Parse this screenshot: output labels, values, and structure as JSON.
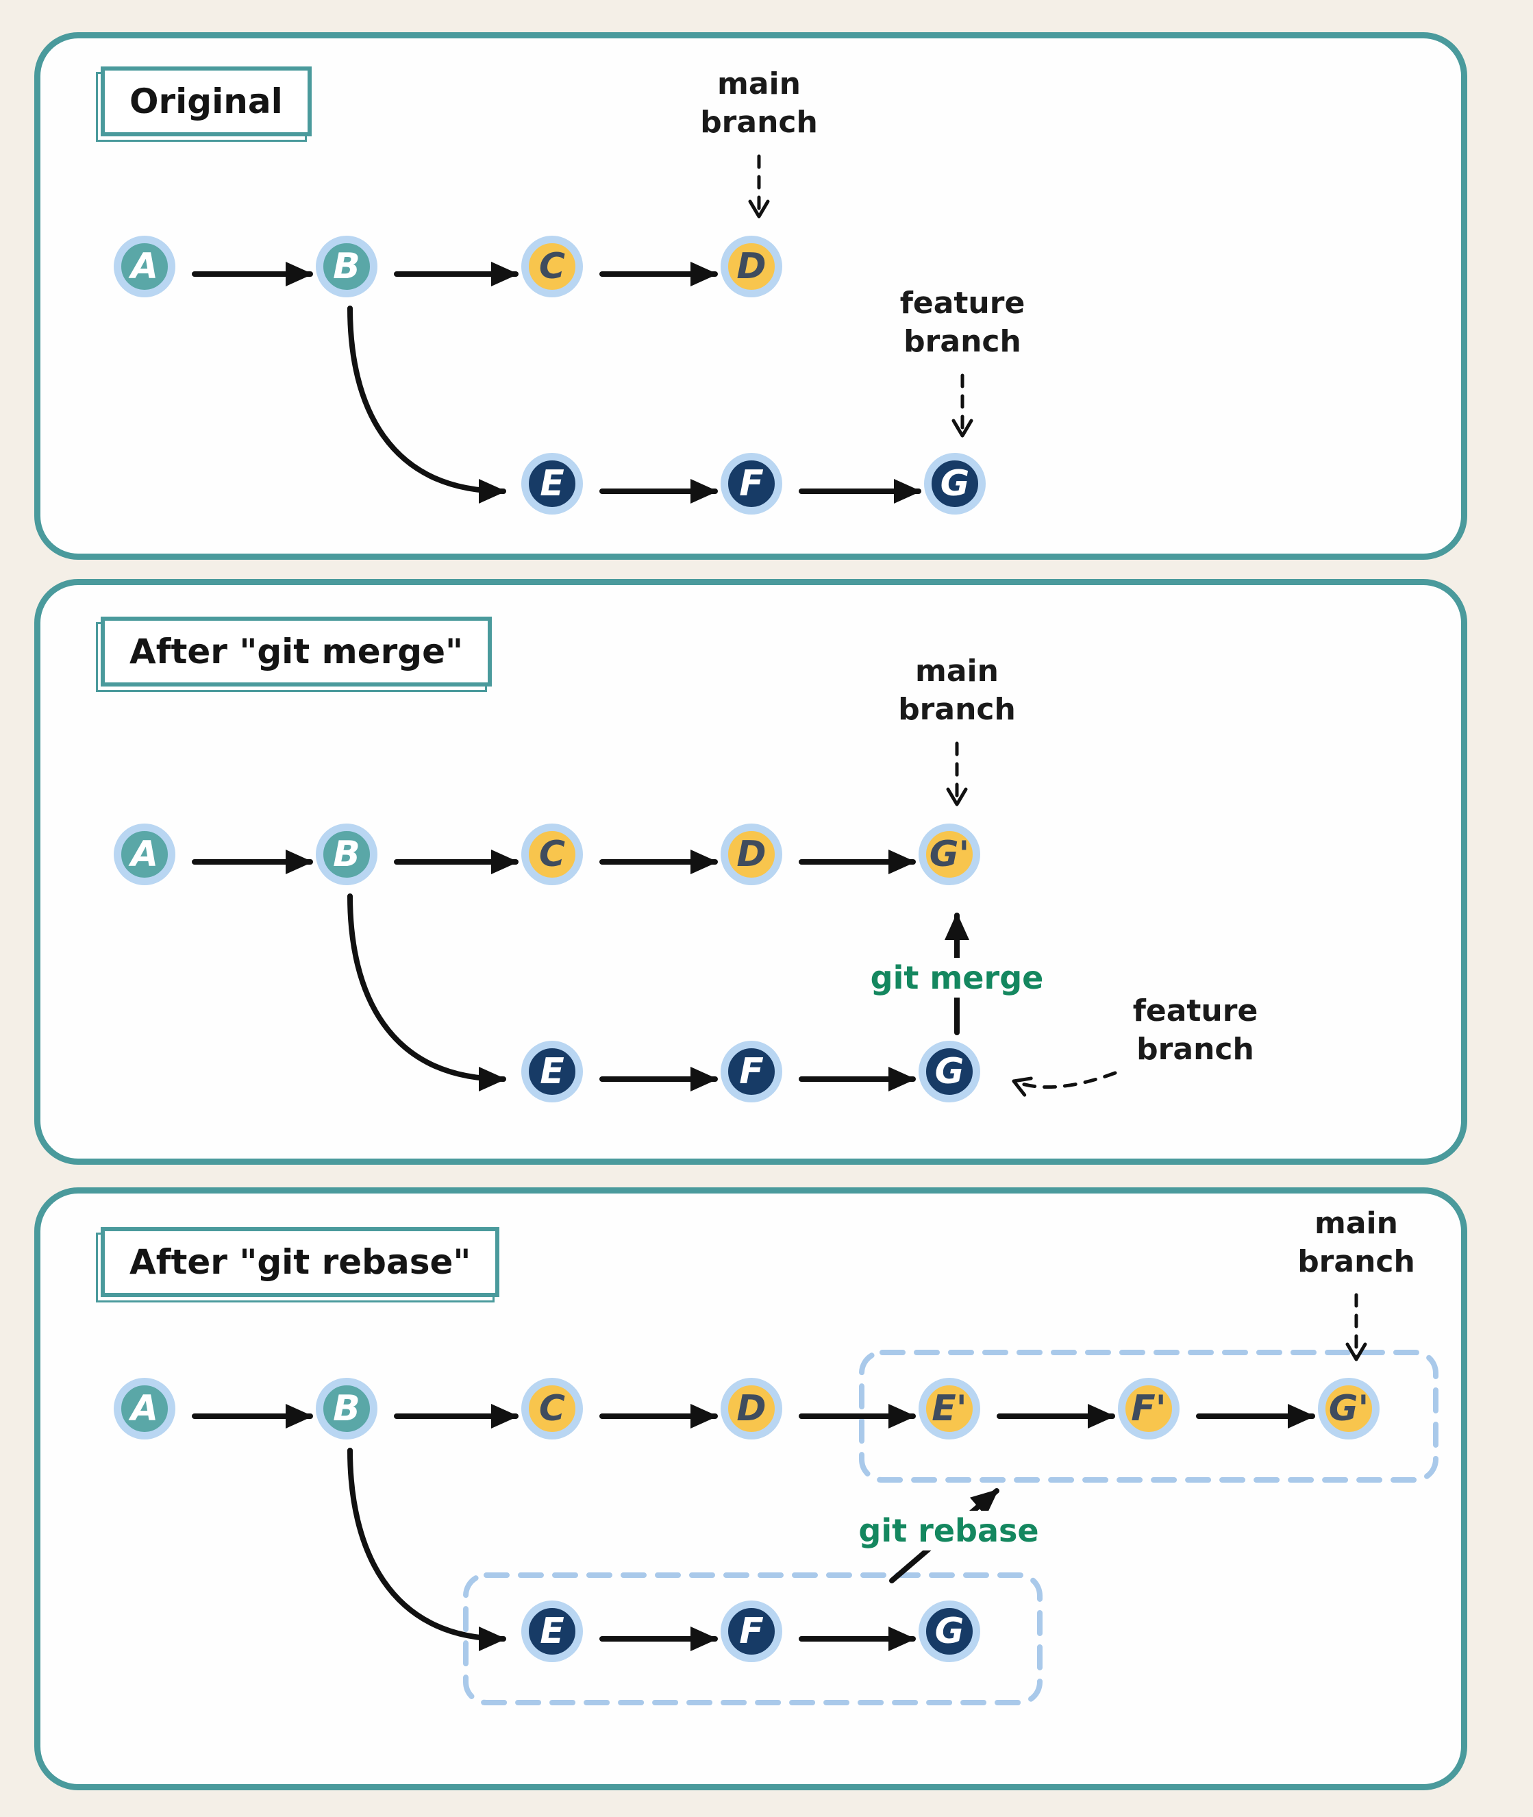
{
  "colors": {
    "page_bg": "#f4efe7",
    "panel_bg": "#fefefe",
    "panel_border": "#4a9a9c",
    "node_ring": "#b9d6f2",
    "node_teal": "#5aa7a7",
    "node_yellow": "#f8c54d",
    "node_navy": "#173b66",
    "arrow": "#111111",
    "command_green": "#14875f",
    "dashed_box_blue": "#a9c9ea"
  },
  "panels": {
    "original": {
      "title": "Original",
      "labels": {
        "main_branch_line1": "main",
        "main_branch_line2": "branch",
        "feature_branch_line1": "feature",
        "feature_branch_line2": "branch"
      },
      "nodes": {
        "a": "A",
        "b": "B",
        "c": "C",
        "d": "D",
        "e": "E",
        "f": "F",
        "g": "G"
      }
    },
    "merge": {
      "title": "After \"git merge\"",
      "labels": {
        "main_branch_line1": "main",
        "main_branch_line2": "branch",
        "feature_branch_line1": "feature",
        "feature_branch_line2": "branch",
        "command": "git merge"
      },
      "nodes": {
        "a": "A",
        "b": "B",
        "c": "C",
        "d": "D",
        "g2": "G'",
        "e": "E",
        "f": "F",
        "g": "G"
      }
    },
    "rebase": {
      "title": "After \"git rebase\"",
      "labels": {
        "main_branch_line1": "main",
        "main_branch_line2": "branch",
        "command": "git rebase"
      },
      "nodes": {
        "a": "A",
        "b": "B",
        "c": "C",
        "d": "D",
        "e2": "E'",
        "f2": "F'",
        "g2": "G'",
        "e": "E",
        "f": "F",
        "g": "G"
      }
    }
  }
}
